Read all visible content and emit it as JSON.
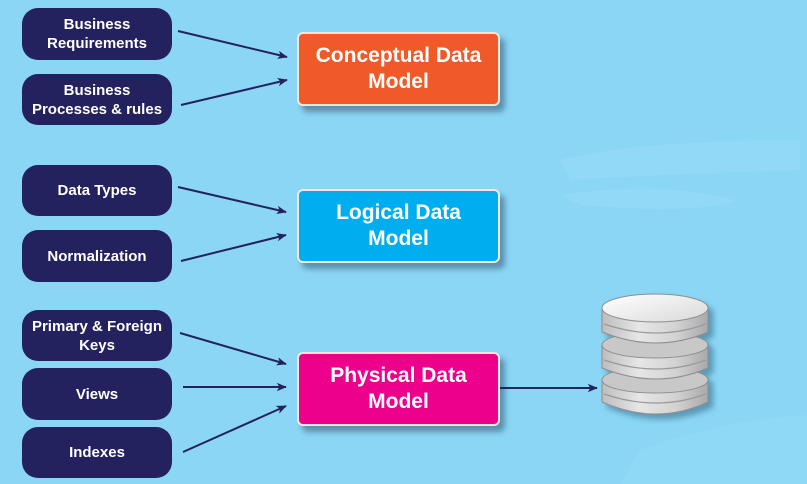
{
  "diagram": {
    "background_color": "#8BD6F5",
    "pill_color": "#24215F",
    "arrow_color": "#24215F",
    "groups": [
      {
        "model": {
          "label": "Conceptual Data\nModel",
          "color": "#F05A28"
        },
        "inputs": [
          {
            "label": "Business\nRequirements"
          },
          {
            "label": "Business\nProcesses & rules"
          }
        ]
      },
      {
        "model": {
          "label": "Logical Data\nModel",
          "color": "#00AEEF"
        },
        "inputs": [
          {
            "label": "Data Types"
          },
          {
            "label": "Normalization"
          }
        ]
      },
      {
        "model": {
          "label": "Physical Data\nModel",
          "color": "#EC008C"
        },
        "inputs": [
          {
            "label": "Primary & Foreign\nKeys"
          },
          {
            "label": "Views"
          },
          {
            "label": "Indexes"
          }
        ]
      }
    ],
    "output": {
      "icon": "database-icon",
      "from": "Physical Data Model"
    }
  }
}
